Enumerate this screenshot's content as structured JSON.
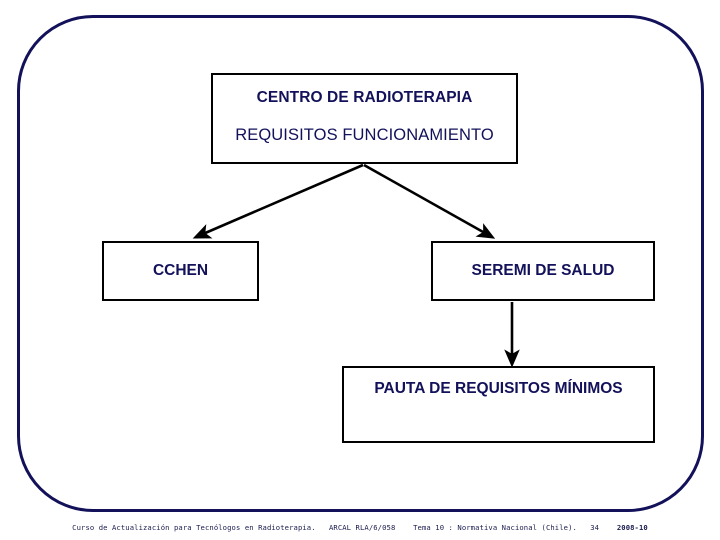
{
  "slide": {
    "frame_color": "#12115a",
    "box_border_color": "#000000",
    "text_color": "#12115a"
  },
  "diagram": {
    "title_box": {
      "line1": "CENTRO DE RADIOTERAPIA",
      "line2": "REQUISITOS FUNCIONAMIENTO"
    },
    "nodes": [
      {
        "id": "cchen",
        "label": "CCHEN"
      },
      {
        "id": "seremi",
        "label": "SEREMI DE SALUD"
      },
      {
        "id": "pauta",
        "label": "PAUTA DE REQUISITOS MÍNIMOS"
      }
    ],
    "connectors": [
      {
        "from": "title_box",
        "to": "cchen",
        "kind": "arrow"
      },
      {
        "from": "title_box",
        "to": "seremi",
        "kind": "arrow"
      },
      {
        "from": "seremi",
        "to": "pauta",
        "kind": "arrow"
      }
    ]
  },
  "footer": {
    "course": "Curso de Actualización para Tecnólogos en Radioterapia.",
    "project": "ARCAL RLA/6/058",
    "topic": "Tema 10 : Normativa Nacional (Chile).",
    "slide_number": "34",
    "date": "2008-10"
  }
}
